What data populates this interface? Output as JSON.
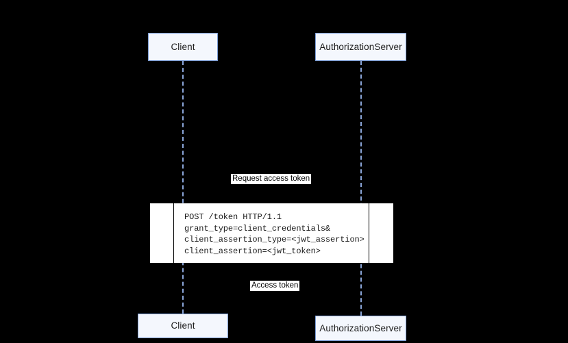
{
  "diagram": {
    "type": "sequence-diagram",
    "background_color": "#000000",
    "participant_fill": "#f4f7fd",
    "participant_border": "#7a9bd4",
    "lifeline_color": "#8ba6d9",
    "note_fill": "#ffffff",
    "label_fill": "#ffffff",
    "label_text_color": "#000000"
  },
  "participants": {
    "top": [
      {
        "name": "client",
        "label": "Client"
      },
      {
        "name": "authorization_server",
        "label": "AuthorizationServer"
      }
    ],
    "bottom": [
      {
        "name": "client",
        "label": "Client"
      },
      {
        "name": "authorization_server",
        "label": "AuthorizationServer"
      }
    ]
  },
  "messages": [
    {
      "name": "request-access-token",
      "label": "Request access token",
      "from": "Client",
      "to": "AuthorizationServer"
    },
    {
      "name": "access-token",
      "label": "Access token",
      "from": "AuthorizationServer",
      "to": "Client"
    }
  ],
  "note": {
    "name": "token-request-note",
    "lines": [
      "POST /token HTTP/1.1",
      "grant_type=client_credentials&",
      "client_assertion_type=<jwt_assertion>",
      "client_assertion=<jwt_token>"
    ],
    "text": "POST /token HTTP/1.1\ngrant_type=client_credentials&\nclient_assertion_type=<jwt_assertion>\nclient_assertion=<jwt_token>"
  }
}
